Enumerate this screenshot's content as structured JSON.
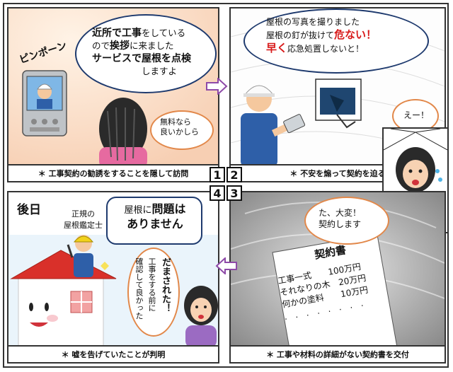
{
  "panel1": {
    "sfx": "ピンポーン",
    "bubble_lines": [
      [
        "近所で",
        "工事",
        "をしている"
      ],
      [
        "ので",
        "挨拶",
        "に来ました"
      ],
      [
        "サービスで屋根を点検"
      ],
      [
        "しますよ"
      ]
    ],
    "small_bubble": [
      "無料なら",
      "良いかしら"
    ],
    "caption": "＊ 工事契約の勧誘をすることを隠して訪問"
  },
  "panel2": {
    "bubble_line1": "屋根の写真を撮りました",
    "bubble_line2a": "屋根の釘が抜けて",
    "bubble_line2b": "危ない！",
    "bubble_line3a": "早く",
    "bubble_line3b": "応急処置しないと！",
    "reaction": "えー！",
    "caption": "＊ 不安を煽って契約を迫る"
  },
  "panel3": {
    "bubble": [
      "た、大変！",
      "契約します"
    ],
    "contract_title": "契約書",
    "contract_lines": [
      "工事一式　　100万円",
      "それなりの木　20万円",
      "何かの塗料　　10万円"
    ],
    "caption": "＊ 工事や材料の詳細がない契約書を交付"
  },
  "panel4": {
    "title": "後日",
    "label": [
      "正規の",
      "屋根鑑定士"
    ],
    "bubble_line1a": "屋根に",
    "bubble_line1b": "問題は",
    "bubble_line2": "ありません",
    "vertical1": "だまされた！",
    "vertical2": "工事をする前に",
    "vertical3": "確認して良かった",
    "caption": "＊ 嘘を告げていたことが判明"
  },
  "numbers": [
    "1",
    "2",
    "4",
    "3"
  ],
  "colors": {
    "bubble_border": "#1e3a6e",
    "roof": "#d9302a",
    "uniform": "#2e5fa8",
    "arrow": "#8e4aa8",
    "warm_bg": "#fbe3cf"
  }
}
